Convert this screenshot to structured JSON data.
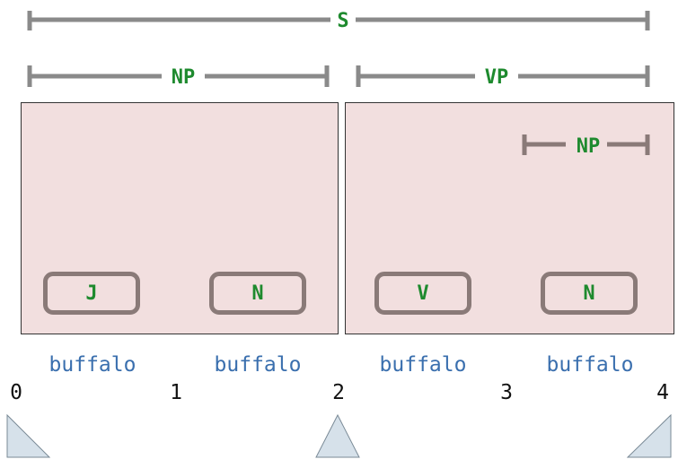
{
  "colors": {
    "span_line": "#8a8a8a",
    "inner_span_line": "#8a7a78",
    "label": "#1e8a2e",
    "word": "#3a6fae",
    "cell_fill": "#f2dfdf",
    "cursor_fill": "#d6e1ea"
  },
  "spans": {
    "s": "S",
    "np_left": "NP",
    "vp": "VP",
    "np_inner": "NP"
  },
  "tags": [
    "J",
    "N",
    "V",
    "N"
  ],
  "words": [
    "buffalo",
    "buffalo",
    "buffalo",
    "buffalo"
  ],
  "indices": [
    "0",
    "1",
    "2",
    "3",
    "4"
  ],
  "cursors": [
    "left-corner-triangle",
    "center-triangle",
    "right-corner-triangle"
  ]
}
